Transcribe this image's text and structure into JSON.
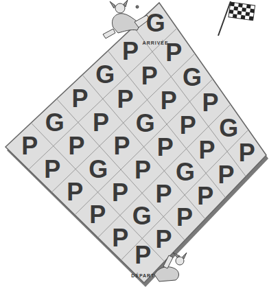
{
  "diagram": {
    "labels": [
      "ARRIVÉE",
      "G",
      "P",
      "P",
      "G",
      "P",
      "G",
      "P",
      "P",
      "P",
      "P",
      "G",
      "P",
      "G",
      "P",
      "G",
      "P",
      "P",
      "P",
      "P",
      "P",
      "P",
      "P",
      "G",
      "P",
      "G",
      "P",
      "P",
      "P",
      "P",
      "P",
      "P",
      "G",
      "P",
      "P",
      "P",
      "P",
      "DÉPART"
    ]
  }
}
